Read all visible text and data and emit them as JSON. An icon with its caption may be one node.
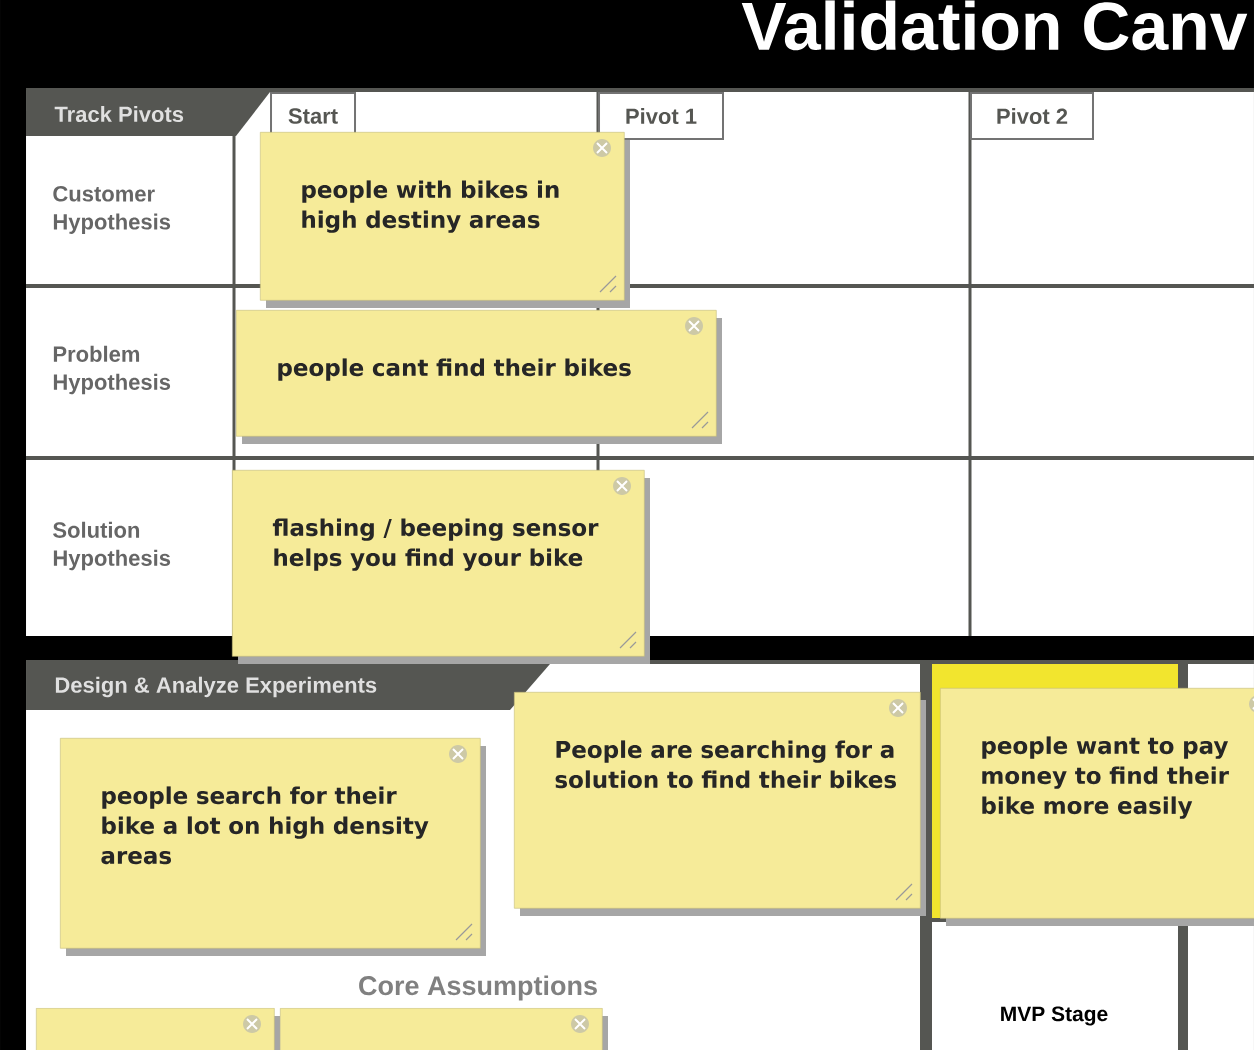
{
  "diagram": {
    "title": "Validation Canv",
    "nodes": [
      {
        "text": [
          "Track Pivots"
        ]
      },
      {
        "text": [
          "Start"
        ]
      },
      {
        "text": [
          "Pivot 1"
        ]
      },
      {
        "text": [
          "Pivot 2"
        ]
      },
      {
        "text": [
          "people with bikes in high destiny areas"
        ]
      },
      {
        "text": [
          "people cant find their bikes"
        ]
      },
      {
        "text": [
          "flashing / beeping sensor helps you find your bike"
        ]
      },
      {
        "text": [
          "Design & Analyze Experiments"
        ]
      },
      {
        "text": [
          "people search for their bike a lot on high density areas"
        ]
      },
      {
        "text": [
          "People are searching for a solution to find their bikes"
        ]
      },
      {
        "text": [
          "people want to pay money to find their bike more easily"
        ]
      },
      {
        "text": [],
        "shape": "box"
      },
      {
        "text": [],
        "shape": "box"
      }
    ],
    "labels": [
      "Customer Hypothesis",
      "Problem Hypothesis",
      "Solution Hypothesis",
      "Core Assumptions",
      "MVP Stage"
    ]
  }
}
